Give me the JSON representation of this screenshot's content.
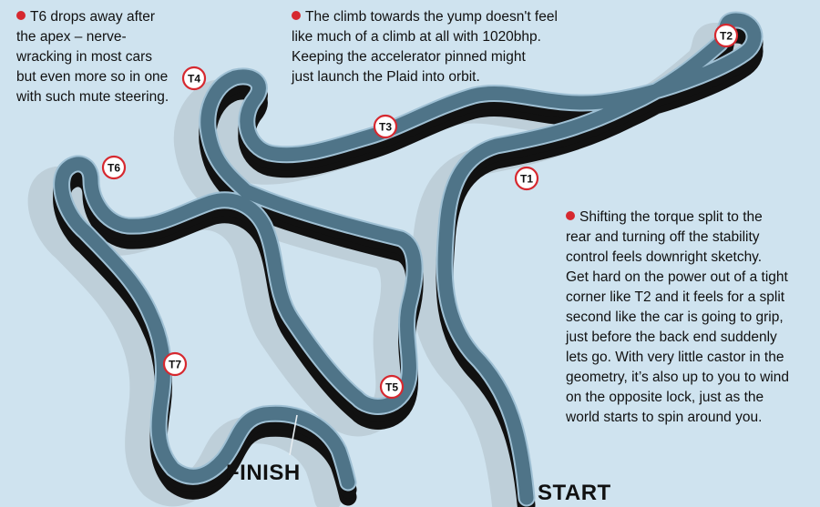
{
  "colors": {
    "background": "#cfe3ef",
    "track_top": "#4f7488",
    "track_edge": "#9fc0d4",
    "track_wall": "#111111",
    "track_shadow": "#b8c8d2",
    "marker_ring": "#d6282f",
    "bullet": "#d6282f"
  },
  "notes": [
    {
      "id": "t6",
      "lines": [
        "T6 drops away after",
        "the apex – nerve-",
        "wracking in most cars",
        "but even more so in one",
        "with such mute steering."
      ]
    },
    {
      "id": "climb",
      "lines": [
        "The climb towards the yump doesn't feel",
        "like much of a climb at all with 1020bhp.",
        "Keeping the accelerator pinned might",
        "just launch the Plaid into orbit."
      ]
    },
    {
      "id": "torque",
      "lines": [
        "Shifting the torque split to the",
        "rear and turning off the stability",
        "control feels downright sketchy.",
        "Get hard on the power out of a tight",
        "corner like T2 and it feels for a split",
        "second like the car is going to grip,",
        "just before the back end suddenly",
        "lets go. With very little castor in the",
        "geometry, it’s also up to you to wind",
        "on the opposite lock, just as the",
        "world starts to spin around you."
      ]
    }
  ],
  "markers": [
    {
      "id": "T1",
      "label": "T1"
    },
    {
      "id": "T2",
      "label": "T2"
    },
    {
      "id": "T3",
      "label": "T3"
    },
    {
      "id": "T4",
      "label": "T4"
    },
    {
      "id": "T5",
      "label": "T5"
    },
    {
      "id": "T6",
      "label": "T6"
    },
    {
      "id": "T7",
      "label": "T7"
    }
  ],
  "labels": {
    "start": "START",
    "finish": "FINISH"
  }
}
